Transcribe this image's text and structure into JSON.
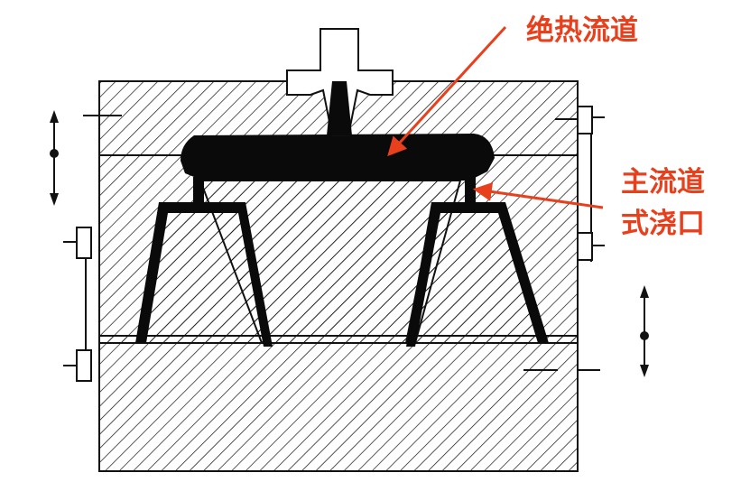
{
  "colors": {
    "background": "#ffffff",
    "line": "#111111",
    "runner": "#0a0a0a",
    "callout": "#e8401c"
  },
  "labels": {
    "insulated_runner": "绝热流道",
    "sprue_gate_line1": "主流道",
    "sprue_gate_line2": "式浇口"
  }
}
